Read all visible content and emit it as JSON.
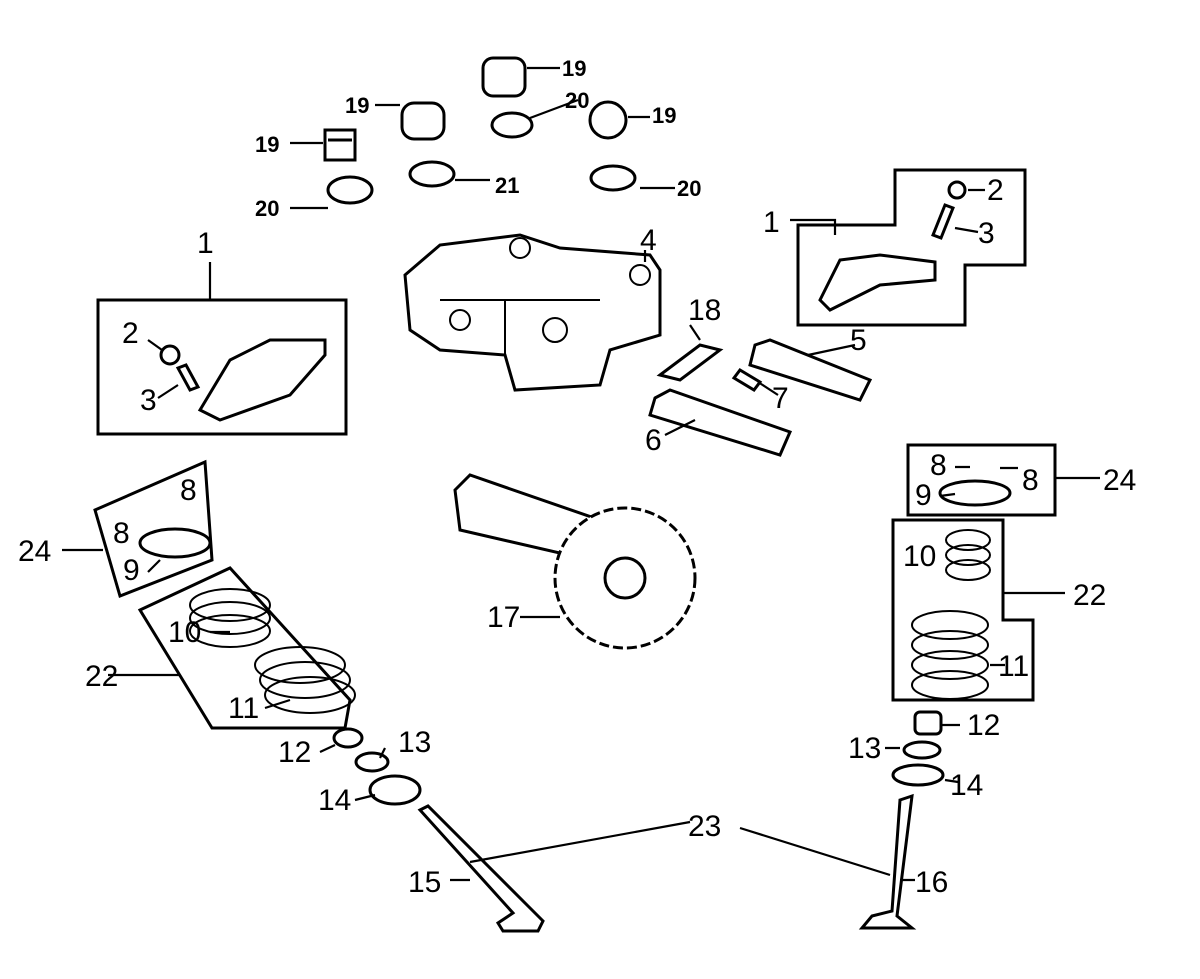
{
  "callouts": {
    "top_19a": "19",
    "top_19b": "19",
    "top_20a": "20",
    "top_19c": "19",
    "top_19d": "19",
    "top_21": "21",
    "top_20b": "20",
    "top_20c": "20",
    "r_1": "1",
    "r_2": "2",
    "r_3": "3",
    "c_4": "4",
    "c_18": "18",
    "c_5": "5",
    "c_7": "7",
    "c_6": "6",
    "l_1": "1",
    "l_2": "2",
    "l_3": "3",
    "l_8a": "8",
    "l_24": "24",
    "l_8b": "8",
    "l_9": "9",
    "l_10": "10",
    "l_22": "22",
    "l_11": "11",
    "l_12": "12",
    "l_13": "13",
    "l_14": "14",
    "l_15": "15",
    "c_17": "17",
    "r_8a": "8",
    "r_8b": "8",
    "r_24": "24",
    "r_9": "9",
    "r_10": "10",
    "r_22": "22",
    "r_11": "11",
    "r_12": "12",
    "r_13": "13",
    "r_14": "14",
    "c_23": "23",
    "r_16": "16"
  }
}
